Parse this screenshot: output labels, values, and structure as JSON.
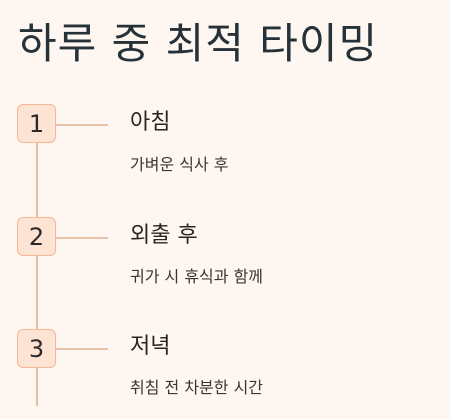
{
  "page": {
    "title": "하루 중 최적 타이밍"
  },
  "timeline": {
    "steps": [
      {
        "number": "1",
        "title": "아침",
        "description": "가벼운 식사 후"
      },
      {
        "number": "2",
        "title": "외출 후",
        "description": "귀가 시 휴식과 함께"
      },
      {
        "number": "3",
        "title": "저녁",
        "description": "취침 전 차분한 시간"
      }
    ]
  }
}
